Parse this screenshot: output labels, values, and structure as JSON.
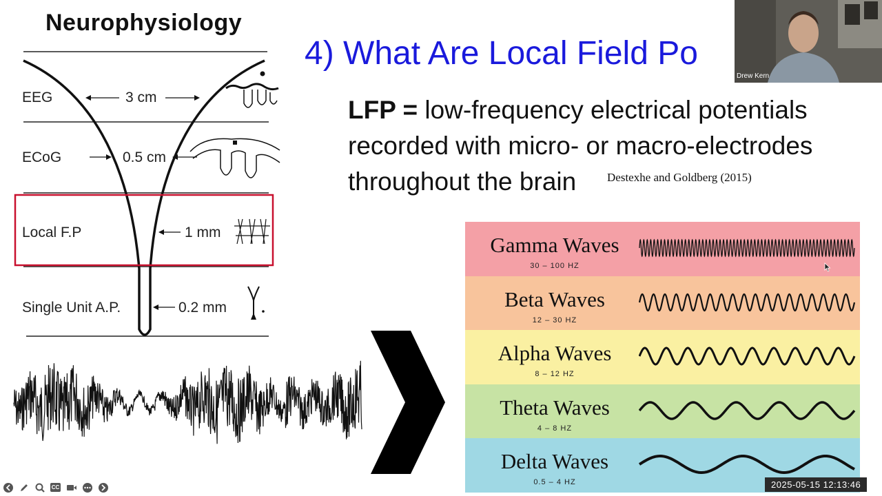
{
  "left_panel": {
    "title": "Neurophysiology",
    "rows": [
      {
        "label": "EEG",
        "scale": "3 cm"
      },
      {
        "label": "ECoG",
        "scale": "0.5 cm"
      },
      {
        "label": "Local F.P",
        "scale": "1 mm"
      },
      {
        "label": "Single Unit A.P.",
        "scale": "0.2 mm"
      }
    ],
    "highlight_color": "#c8102e"
  },
  "slide": {
    "title": "4) What Are Local Field Po",
    "definition_term": "LFP =",
    "definition_line1": " low-frequency electrical potentials",
    "definition_line2": "recorded with micro- or macro-electrodes",
    "definition_line3": "throughout the brain",
    "citation": "Destexhe and Goldberg (2015)",
    "title_color": "#1a1adc"
  },
  "brain_waves": [
    {
      "name": "Gamma Waves",
      "range": "30 – 100 HZ",
      "color": "#f4a0a6"
    },
    {
      "name": "Beta Waves",
      "range": "12 – 30 HZ",
      "color": "#f8c49c"
    },
    {
      "name": "Alpha Waves",
      "range": "8 – 12 HZ",
      "color": "#faf0a2"
    },
    {
      "name": "Theta Waves",
      "range": "4 – 8 HZ",
      "color": "#c7e3a4"
    },
    {
      "name": "Delta Waves",
      "range": "0.5 – 4 HZ",
      "color": "#9fd8e4"
    }
  ],
  "webcam": {
    "participant_name": "Drew Kern"
  },
  "timestamp": "2025-05-15  12:13:46",
  "toolbar": {
    "icons": [
      "back-icon",
      "pen-icon",
      "zoom-icon",
      "captions-icon",
      "video-icon",
      "more-icon",
      "forward-icon"
    ],
    "captions_label": "CC"
  }
}
